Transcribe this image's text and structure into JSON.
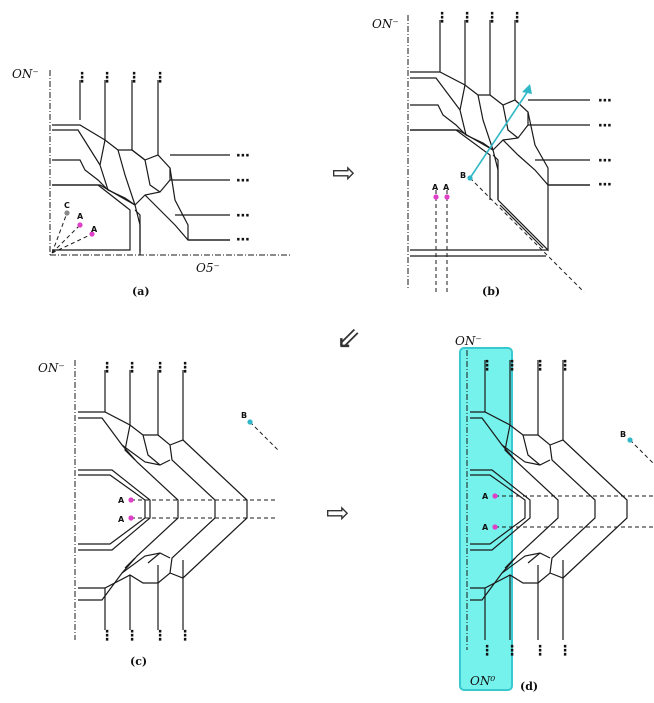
{
  "colors": {
    "magenta": "#e040c8",
    "cyan": "#30b8c8",
    "highlight": "#5ef0ea",
    "highlight_border": "#38c8d0",
    "gray": "#888888"
  },
  "panel_a": {
    "caption": "(a)",
    "label_top": "ON⁻",
    "label_right": "O5⁻",
    "point_c": "C",
    "point_a1": "A",
    "point_a2": "A",
    "ellipsis": "⋯",
    "vdots": "⋮"
  },
  "panel_b": {
    "caption": "(b)",
    "label_top": "ON⁻",
    "point_b": "B",
    "point_a1": "A",
    "point_a2": "A",
    "ellipsis": "⋯",
    "vdots": "⋮"
  },
  "panel_c": {
    "caption": "(c)",
    "label_top": "ON⁻",
    "point_b": "B",
    "point_a1": "A",
    "point_a2": "A",
    "vdots": "⋮"
  },
  "panel_d": {
    "caption": "(d)",
    "label_top": "ON⁻",
    "label_box": "ON⁰",
    "point_b": "B",
    "point_a1": "A",
    "point_a2": "A",
    "vdots": "⋮"
  },
  "arrows": {
    "a_to_b": "⇨",
    "b_to_c": "⇙",
    "c_to_d": "⇨"
  }
}
